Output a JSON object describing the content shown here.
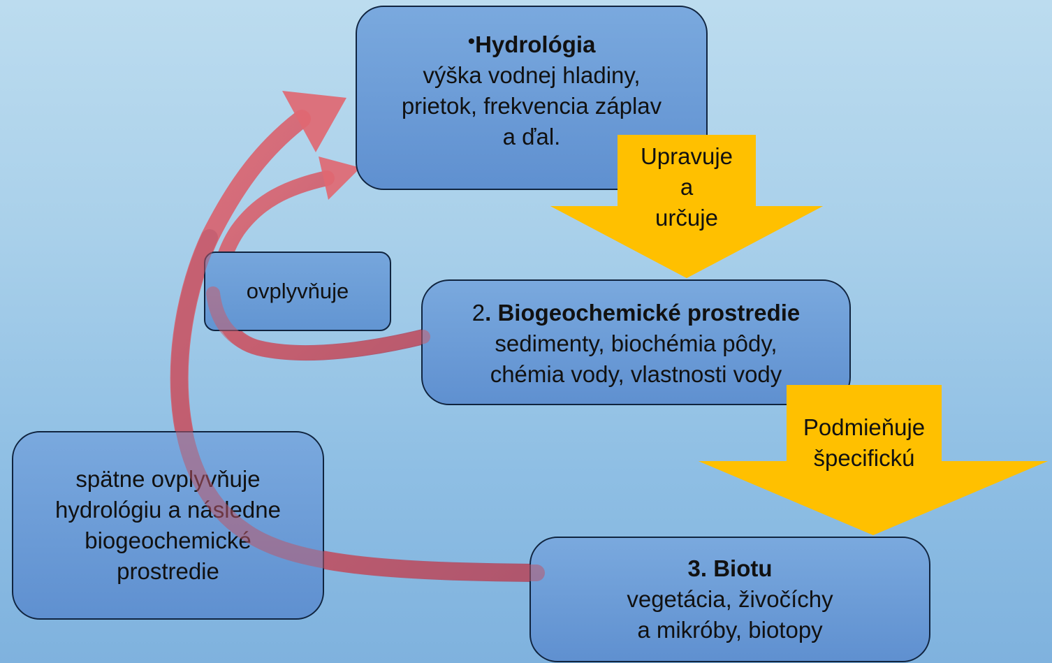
{
  "nodes": {
    "hydrology": {
      "title": "Hydrológia",
      "bullet": "•",
      "lines": [
        "výška vodnej hladiny,",
        "prietok, frekvencia záplav",
        "a ďal."
      ]
    },
    "biogeochemical": {
      "number": "2",
      "title": ". Biogeochemické prostredie",
      "lines": [
        "sedimenty, biochémia pôdy,",
        "chémia vody, vlastnosti vody"
      ]
    },
    "biota": {
      "title": "3. Biotu",
      "lines": [
        "vegetácia, živočíchy",
        "a mikróby, biotopy"
      ]
    },
    "feedback": {
      "lines": [
        "spätne ovplyvňuje",
        "hydrológiu a následne",
        "biogeochemické",
        "prostredie"
      ]
    },
    "influences": {
      "label": "ovplyvňuje"
    }
  },
  "arrows": {
    "regulates": {
      "lines": [
        "Upravuje",
        "a",
        "určuje"
      ]
    },
    "conditions": {
      "lines": [
        "Podmieňuje",
        "špecifickú"
      ]
    }
  },
  "colors": {
    "box_fill": "#6a9ad6",
    "box_border": "#10243f",
    "down_arrow": "#ffc000",
    "curved_arrow": "#d9656f"
  }
}
